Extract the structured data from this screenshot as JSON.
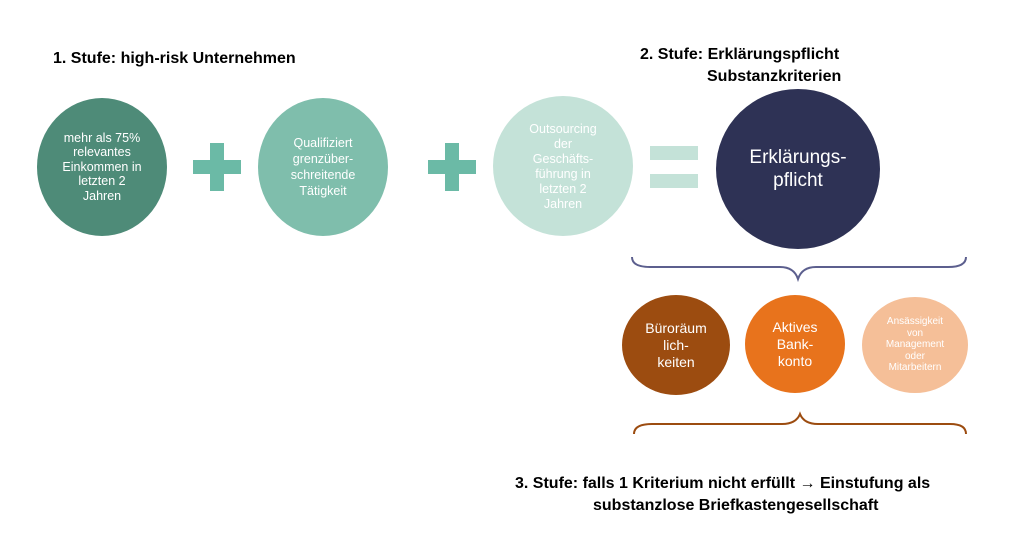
{
  "headings": {
    "stage1": "1. Stufe: high-risk Unternehmen",
    "stage2_line1": "2. Stufe: Erklärungspflicht",
    "stage2_line2": "Substanzkriterien",
    "stage3_line1": "3. Stufe: falls 1 Kriterium nicht erfüllt → Einstufung als",
    "stage3_line2": "substanzlose Briefkastengesellschaft"
  },
  "stage1_circles": [
    {
      "label": "mehr als 75%\nrelevantes\nEinkommen in\nletzten 2\nJahren",
      "color": "#4e8b78"
    },
    {
      "label": "Qualifiziert\ngrenzüber-\nschreitende\nTätigkeit",
      "color": "#7fbeac"
    },
    {
      "label": "Outsourcing\nder\nGeschäfts-\nführung in\nletzten 2\nJahren",
      "color": "#c4e2d8"
    }
  ],
  "result_circle": {
    "label": "Erklärungs-\npflicht",
    "color": "#2e3255"
  },
  "criteria_circles": [
    {
      "label": "Büroräum\nlich-\nkeiten",
      "color": "#9c4c10"
    },
    {
      "label": "Aktives\nBank-\nkonto",
      "color": "#e8731c"
    },
    {
      "label": "Ansässigkeit\nvon\nManagement\noder\nMitarbeitern",
      "color": "#f5bf98"
    }
  ],
  "operators": {
    "plus_color": "#6bbaa6",
    "equals_color": "#c4e2d8"
  },
  "braces": {
    "upper_color": "#5c5f8e",
    "lower_color": "#9c4c10"
  }
}
